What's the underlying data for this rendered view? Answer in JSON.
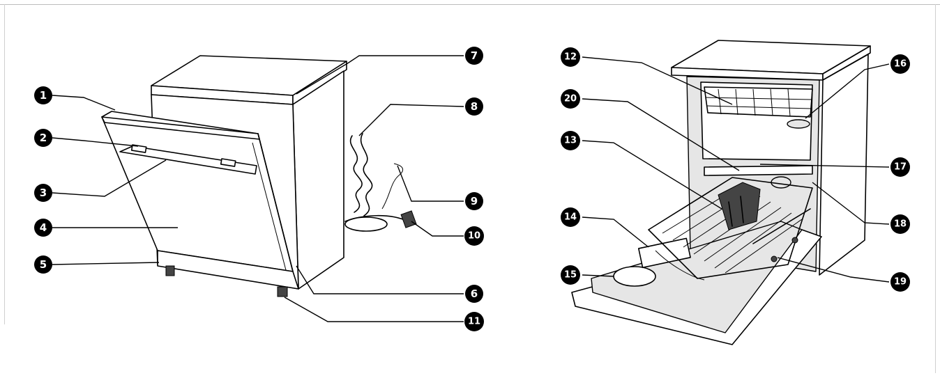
{
  "figure": {
    "left_view": "front-closed-dishwasher",
    "right_view": "open-door-dishwasher-with-racks"
  },
  "callouts": [
    {
      "id": "c1",
      "label": "1"
    },
    {
      "id": "c2",
      "label": "2"
    },
    {
      "id": "c3",
      "label": "3"
    },
    {
      "id": "c4",
      "label": "4"
    },
    {
      "id": "c5",
      "label": "5"
    },
    {
      "id": "c6",
      "label": "6"
    },
    {
      "id": "c7",
      "label": "7"
    },
    {
      "id": "c8",
      "label": "8"
    },
    {
      "id": "c9",
      "label": "9"
    },
    {
      "id": "c10",
      "label": "10"
    },
    {
      "id": "c11",
      "label": "11"
    },
    {
      "id": "c12",
      "label": "12"
    },
    {
      "id": "c13",
      "label": "13"
    },
    {
      "id": "c14",
      "label": "14"
    },
    {
      "id": "c15",
      "label": "15"
    },
    {
      "id": "c16",
      "label": "16"
    },
    {
      "id": "c17",
      "label": "17"
    },
    {
      "id": "c18",
      "label": "18"
    },
    {
      "id": "c19",
      "label": "19"
    },
    {
      "id": "c20",
      "label": "20"
    }
  ]
}
